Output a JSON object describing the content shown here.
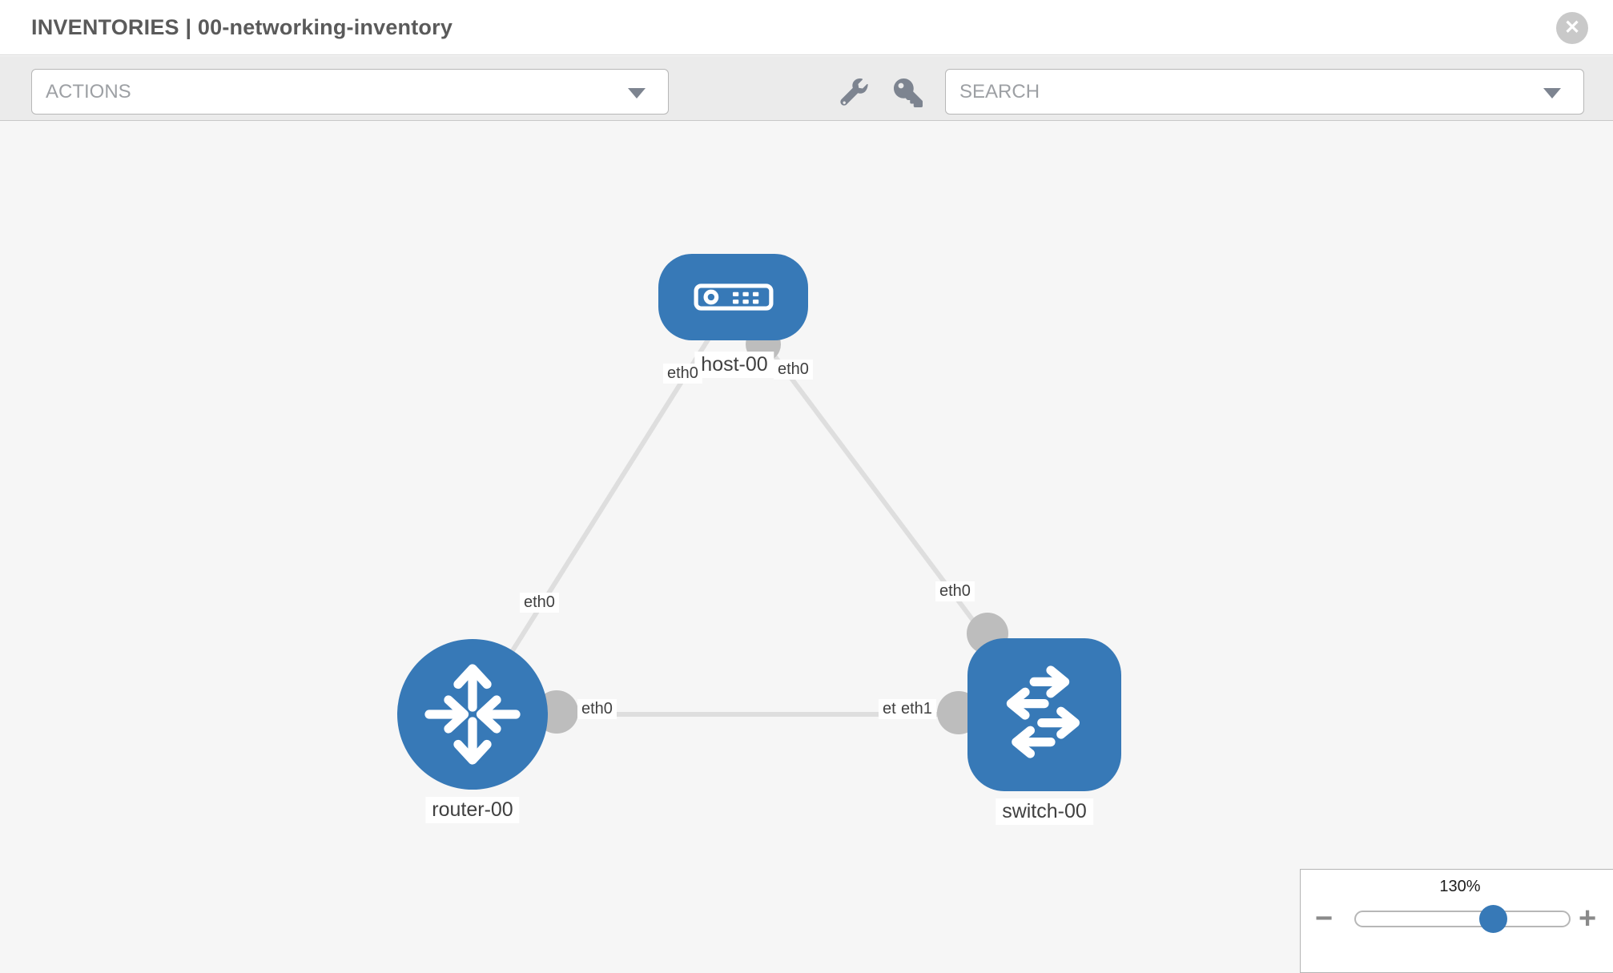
{
  "header": {
    "title": "INVENTORIES | 00-networking-inventory",
    "close_label": "✕"
  },
  "toolbar": {
    "actions_label": "ACTIONS",
    "search_placeholder": "SEARCH",
    "icons": [
      "wrench-icon",
      "key-icon"
    ]
  },
  "topology": {
    "nodes": [
      {
        "id": "host-00",
        "type": "host",
        "label": "host-00"
      },
      {
        "id": "router-00",
        "type": "router",
        "label": "router-00"
      },
      {
        "id": "switch-00",
        "type": "switch",
        "label": "switch-00"
      }
    ],
    "links": [
      {
        "source": "host-00",
        "source_interface": "eth0",
        "target": "router-00",
        "target_interface": "eth0"
      },
      {
        "source": "host-00",
        "source_interface": "eth0",
        "target": "switch-00",
        "target_interface": "eth0"
      },
      {
        "source": "router-00",
        "source_interface": "eth0",
        "target": "switch-00",
        "target_interface": "eth1"
      }
    ],
    "labels": {
      "host_name": "host-00",
      "router_name": "router-00",
      "switch_name": "switch-00",
      "if_host_left": "eth0",
      "if_host_right": "eth0",
      "if_router_top": "eth0",
      "if_switch_top": "eth0",
      "if_router_right": "eth0",
      "if_switch_left_under": "eth0",
      "if_switch_left": "eth1"
    }
  },
  "zoom_control": {
    "level": "130%",
    "minus_label": "−",
    "plus_label": "+"
  },
  "colors": {
    "node_blue": "#3779b7",
    "edge_gray": "#dedede",
    "dot_gray": "#bdbdbd",
    "toolbar_gray": "#ebebeb",
    "canvas_gray": "#f6f6f6"
  }
}
